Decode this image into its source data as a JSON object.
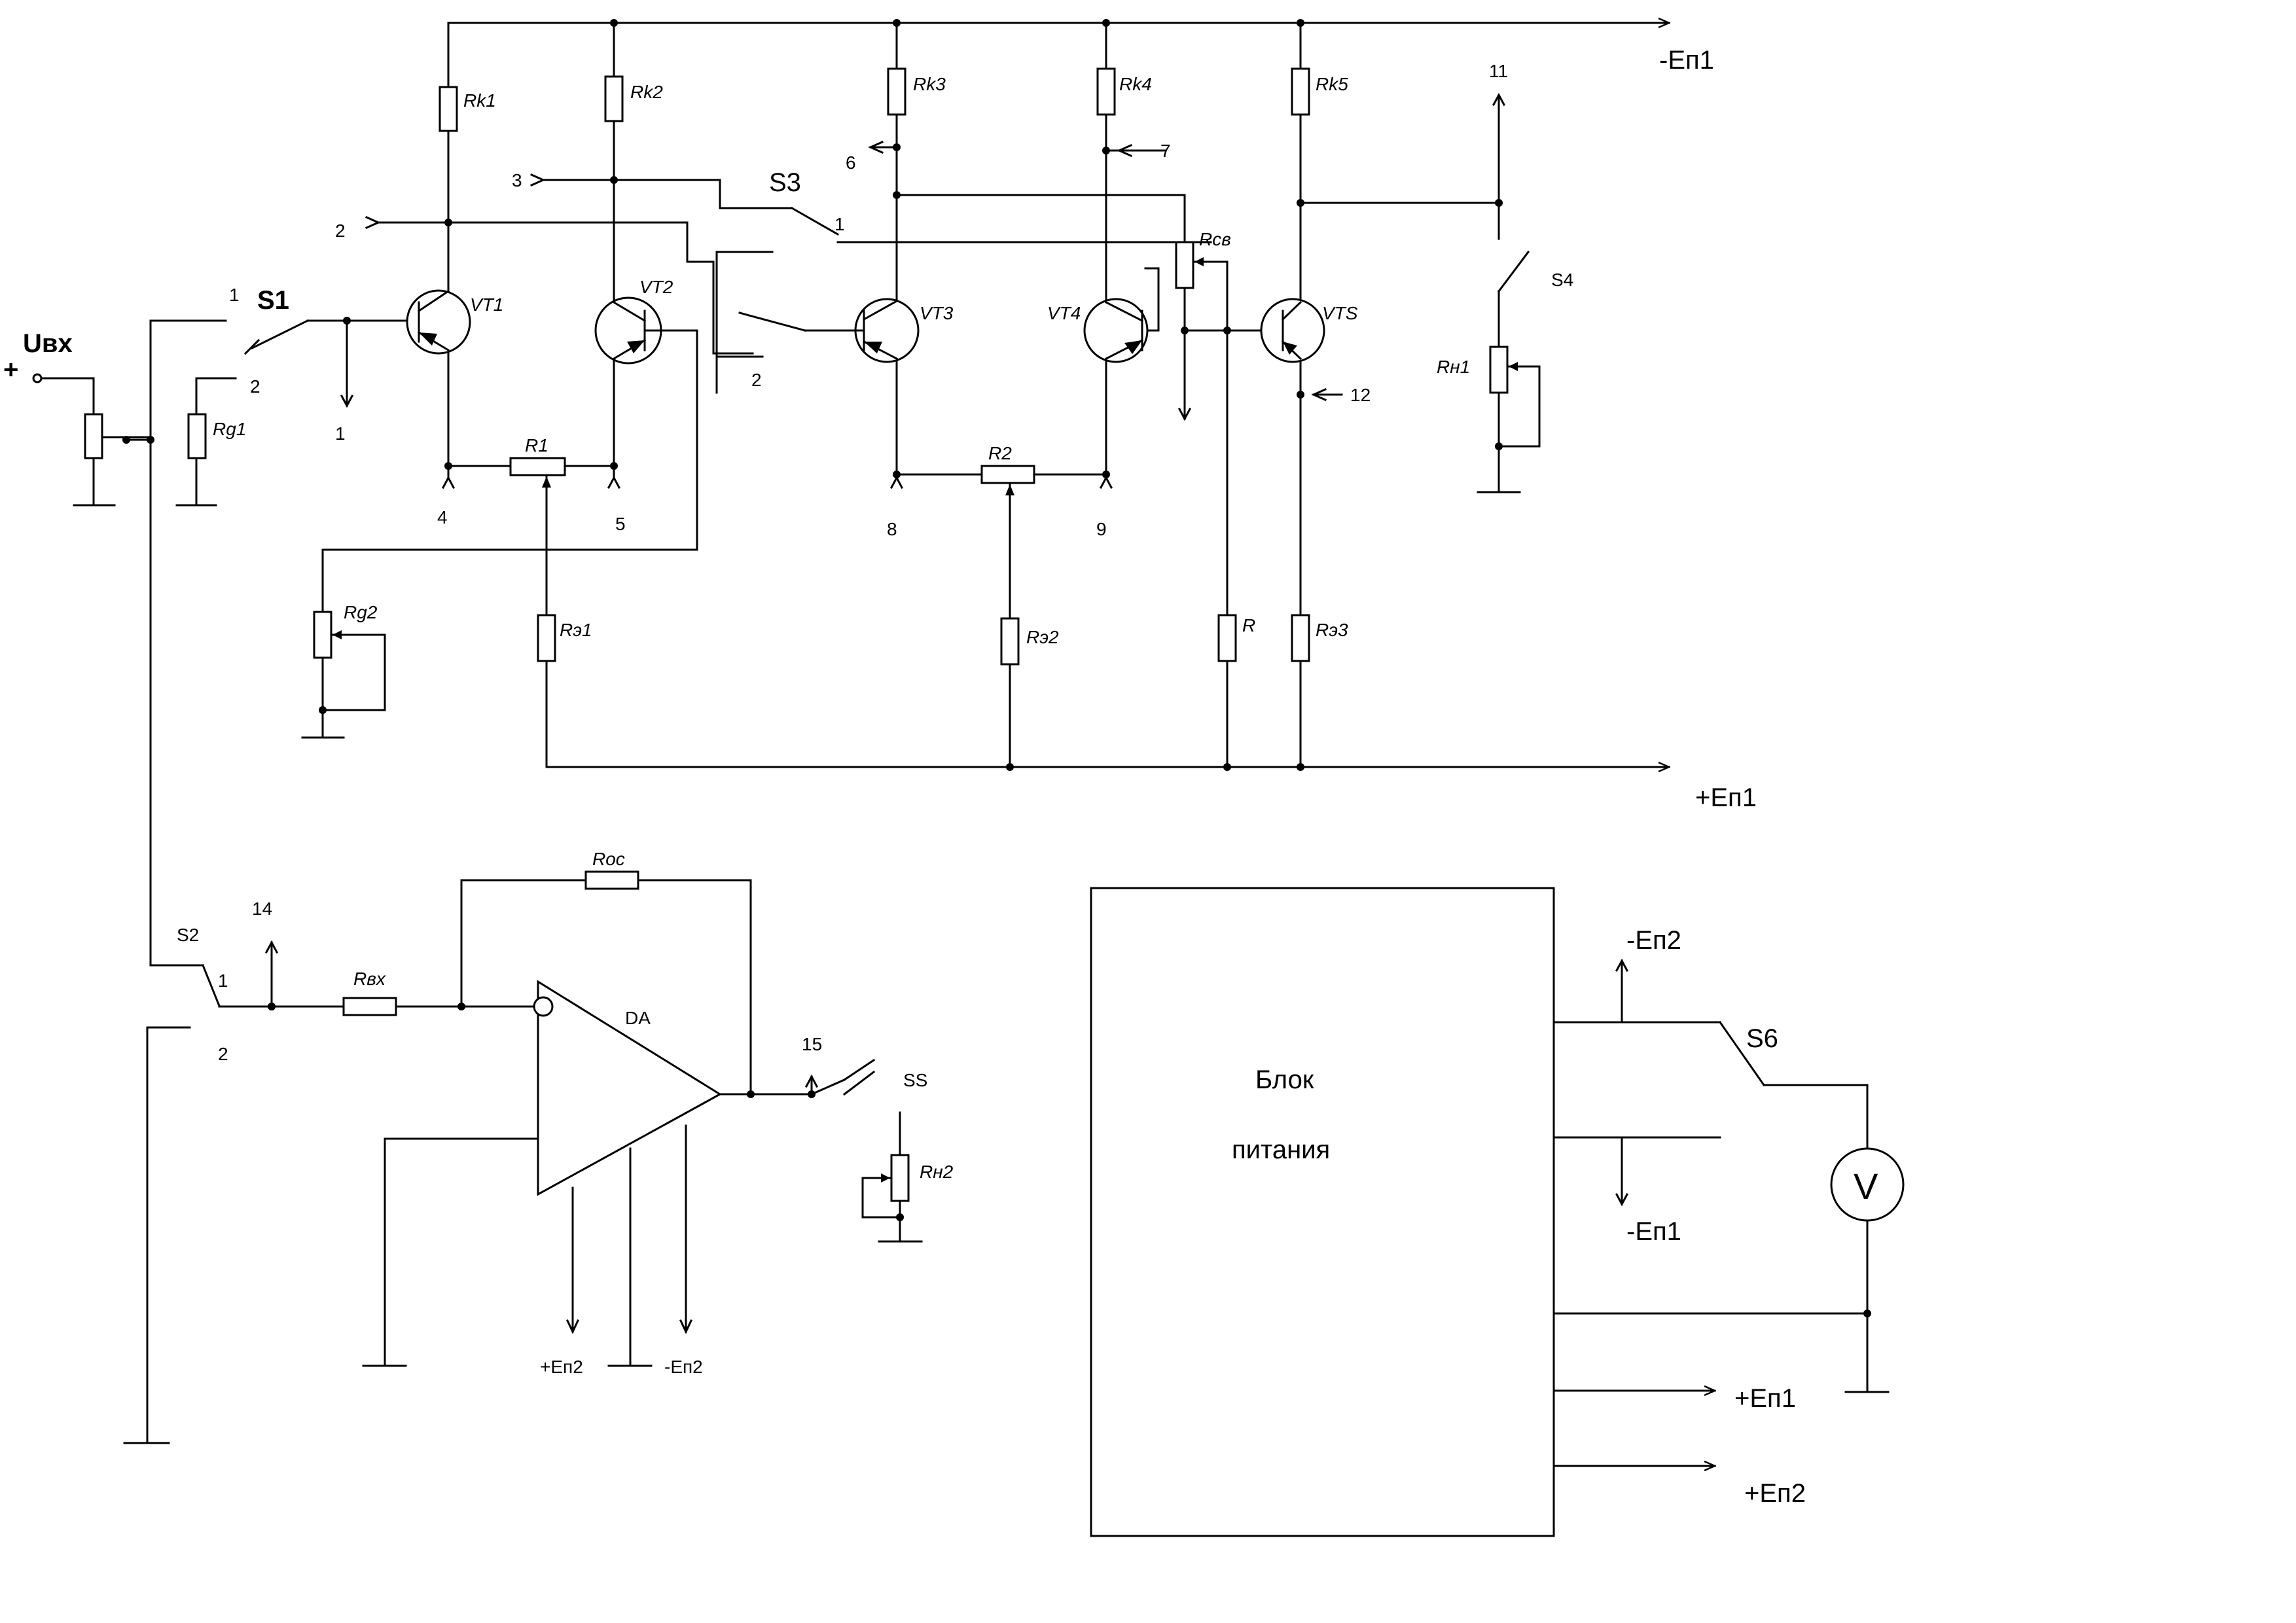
{
  "rails": {
    "neg_ep1": "-Еп1",
    "pos_ep1": "+Еп1"
  },
  "input": {
    "uvx": "Uвх",
    "plus": "+"
  },
  "resistors": {
    "rk1": "Rk1",
    "rk2": "Rk2",
    "rk3": "Rk3",
    "rk4": "Rk4",
    "rk5": "Rk5",
    "rg1": "Rg1",
    "rg2": "Rg2",
    "r1": "R1",
    "r2": "R2",
    "re1": "Rэ1",
    "re2": "Rэ2",
    "re3": "Rэ3",
    "r": "R",
    "rse": "Rсв",
    "rn1": "Rн1",
    "rn2": "Rн2",
    "rvx": "Rвх",
    "roc": "Roc"
  },
  "transistors": {
    "vt1": "VT1",
    "vt2": "VT2",
    "vt3": "VT3",
    "vt4": "VT4",
    "vt5": "VTS"
  },
  "switches": {
    "s1": "S1",
    "s2": "S2",
    "s3": "S3",
    "s4": "S4",
    "s5": "SS",
    "s6": "S6"
  },
  "points": {
    "p1": "1",
    "p2": "2",
    "p3": "3",
    "p4": "4",
    "p5": "5",
    "p6": "6",
    "p7": "7",
    "p8": "8",
    "p9": "9",
    "p11": "11",
    "p12": "12",
    "p14": "14",
    "p15": "15"
  },
  "opamp": {
    "label": "DA",
    "pos_supply": "+Еп2",
    "neg_supply": "-Еп2"
  },
  "power_block": {
    "line1": "Блок",
    "line2": "питания",
    "neg_ep2": "-Еп2",
    "neg_ep1": "-Еп1",
    "pos_ep1": "+Еп1",
    "pos_ep2": "+Еп2"
  },
  "voltmeter": {
    "symbol": "V"
  }
}
